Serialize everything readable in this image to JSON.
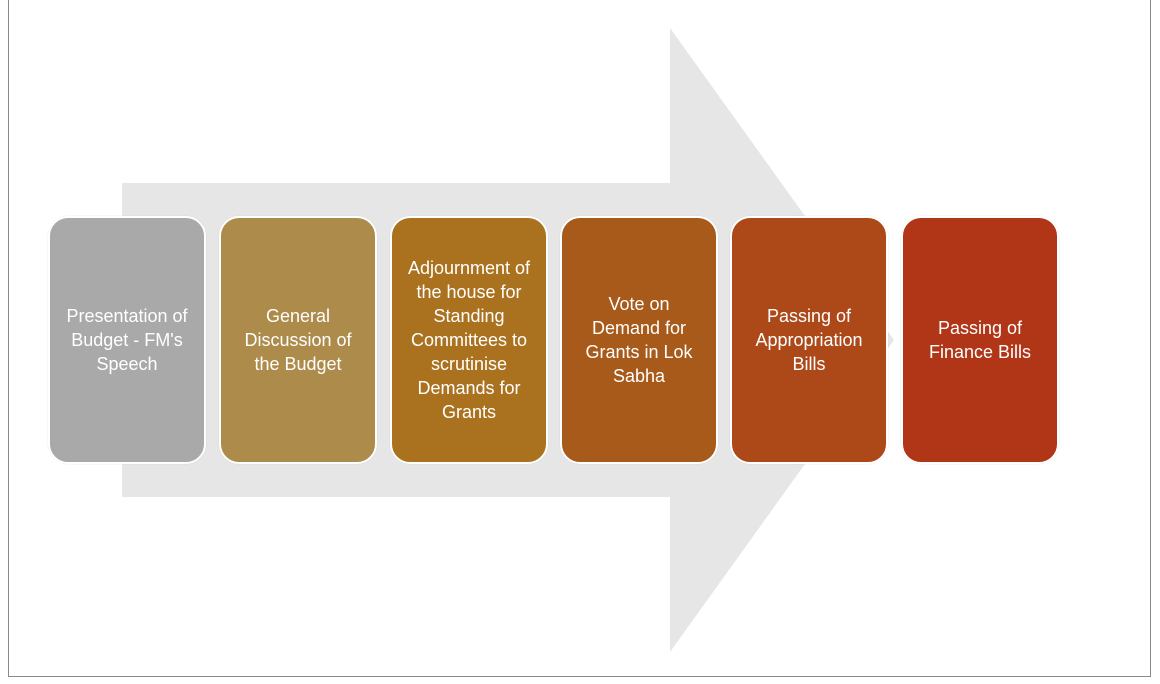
{
  "diagram": {
    "type": "process-arrow",
    "arrow_color": "#e6e6e6",
    "steps": [
      {
        "label": "Presentation of Budget - FM's Speech",
        "color": "#a9a9a9"
      },
      {
        "label": "General Discussion of the Budget",
        "color": "#ad8b4b"
      },
      {
        "label": "Adjournment of the house for Standing Committees to scrutinise Demands for Grants",
        "color": "#aa721f"
      },
      {
        "label": "Vote on Demand for Grants in Lok Sabha",
        "color": "#a85a1a"
      },
      {
        "label": "Passing of Appropriation Bills",
        "color": "#ad4819"
      },
      {
        "label": "Passing of Finance Bills",
        "color": "#b03617"
      }
    ]
  }
}
